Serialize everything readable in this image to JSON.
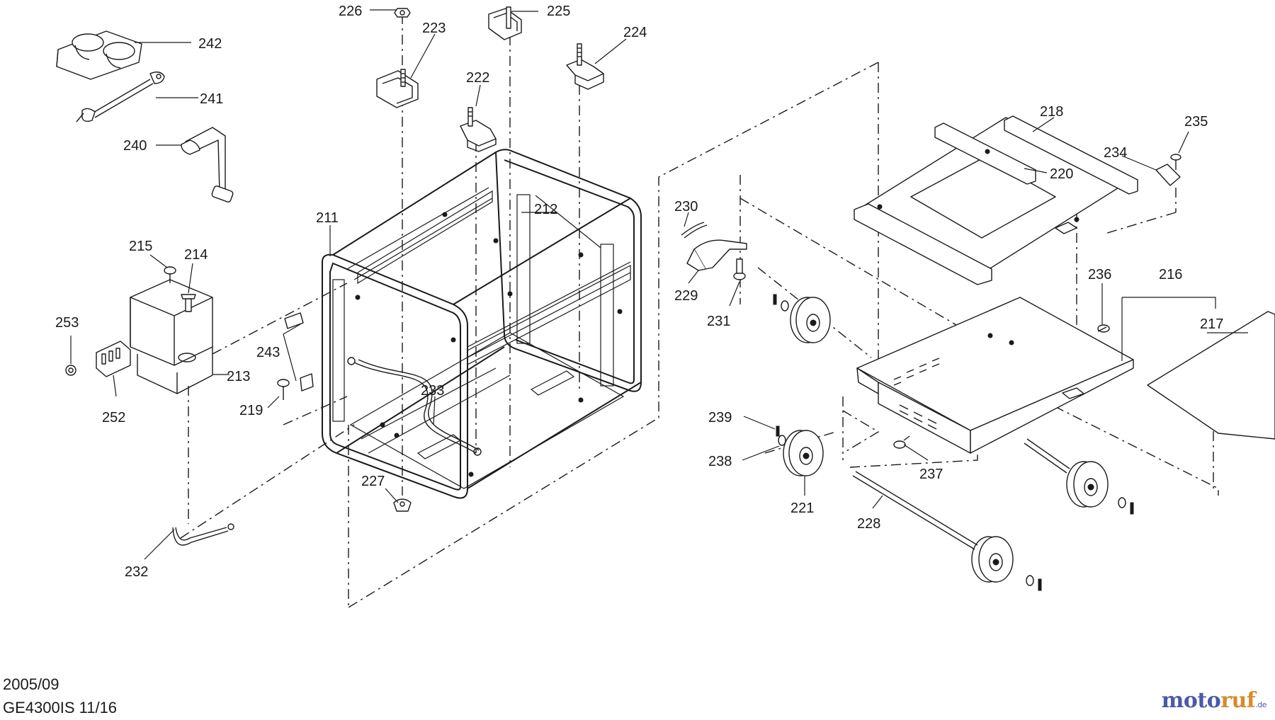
{
  "footer": {
    "date": "2005/09",
    "model_page": "GE4300IS 11/16"
  },
  "brand": {
    "part1": "moto",
    "part2": "ruf",
    "part3": "",
    "tld": ".de"
  },
  "callouts": [
    "226",
    "223",
    "225",
    "224",
    "222",
    "242",
    "241",
    "240",
    "211",
    "212",
    "218",
    "220",
    "235",
    "234",
    "230",
    "229",
    "231",
    "215",
    "214",
    "253",
    "252",
    "213",
    "243",
    "219",
    "233",
    "227",
    "232",
    "236",
    "216",
    "217",
    "239",
    "238",
    "221",
    "237",
    "228"
  ],
  "colors": {
    "ink": "#1a1a1a",
    "brand_blue": "#4a5aa8",
    "brand_orange": "#d98a2b"
  }
}
